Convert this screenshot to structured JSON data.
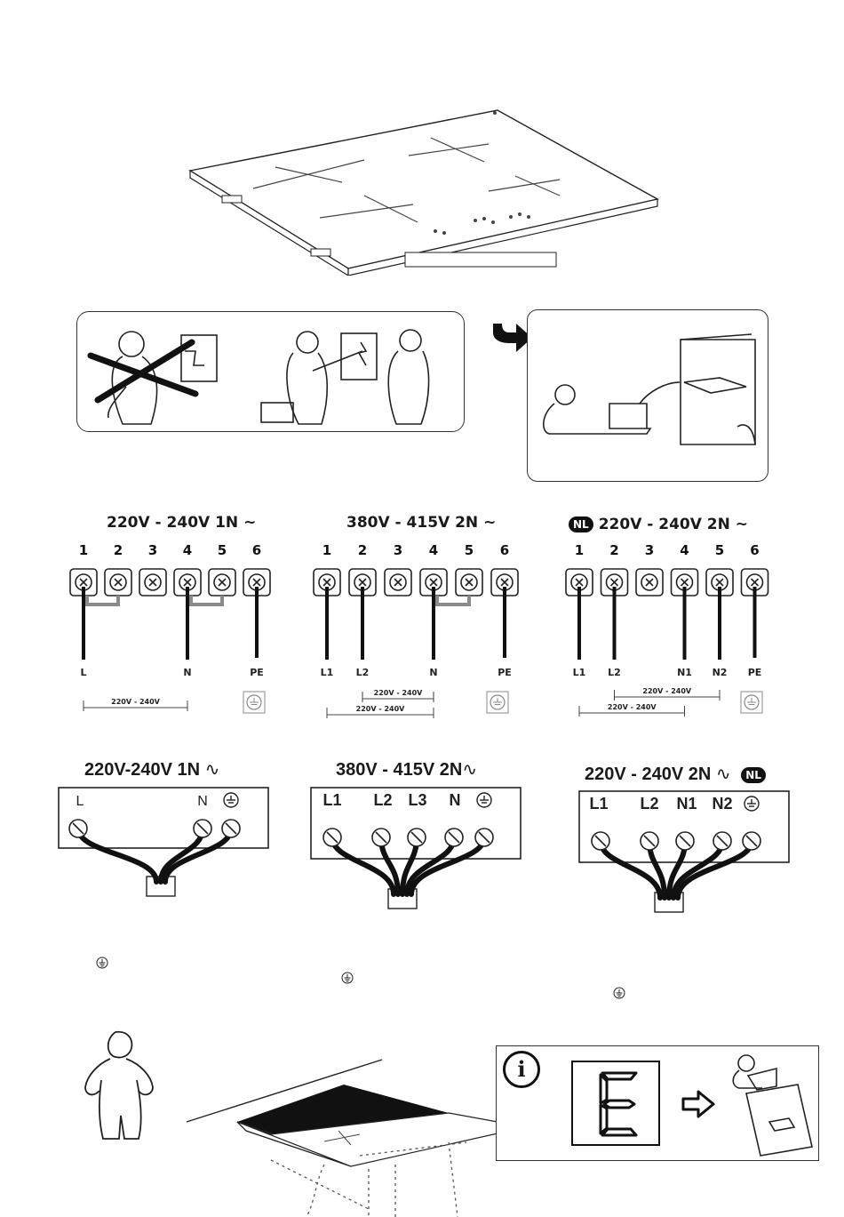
{
  "diagrams": [
    {
      "id": "terminal-1n",
      "title": "220V - 240V  1N ~",
      "terminals": [
        "1",
        "2",
        "3",
        "4",
        "5",
        "6"
      ],
      "wire_labels": [
        "L",
        "N",
        "PE"
      ],
      "voltage_labels": [
        "220V - 240V"
      ]
    },
    {
      "id": "terminal-2n-380",
      "title": "380V - 415V  2N ~",
      "terminals": [
        "1",
        "2",
        "3",
        "4",
        "5",
        "6"
      ],
      "wire_labels": [
        "L1",
        "L2",
        "N",
        "PE"
      ],
      "voltage_labels": [
        "220V - 240V",
        "220V - 240V"
      ]
    },
    {
      "id": "terminal-2n-nl",
      "badge": "NL",
      "title": "220V - 240V  2N ~",
      "terminals": [
        "1",
        "2",
        "3",
        "4",
        "5",
        "6"
      ],
      "wire_labels": [
        "L1",
        "L2",
        "N1",
        "N2",
        "PE"
      ],
      "voltage_labels": [
        "220V - 240V",
        "220V - 240V"
      ]
    }
  ],
  "cable_boxes": [
    {
      "id": "cable-1n",
      "title": "220V-240V 1N",
      "labels": [
        "L",
        "N"
      ]
    },
    {
      "id": "cable-2n-380",
      "title": "380V - 415V 2N",
      "labels": [
        "L1",
        "L2",
        "L3",
        "N"
      ]
    },
    {
      "id": "cable-2n-nl",
      "title": "220V - 240V 2N",
      "badge": "NL",
      "labels": [
        "L1",
        "L2",
        "N1",
        "N2"
      ]
    }
  ],
  "error_display": {
    "code": "E"
  },
  "info_icon": "i",
  "colors": {
    "line": "#1a1a1a",
    "bridge": "#8a8a8a"
  }
}
